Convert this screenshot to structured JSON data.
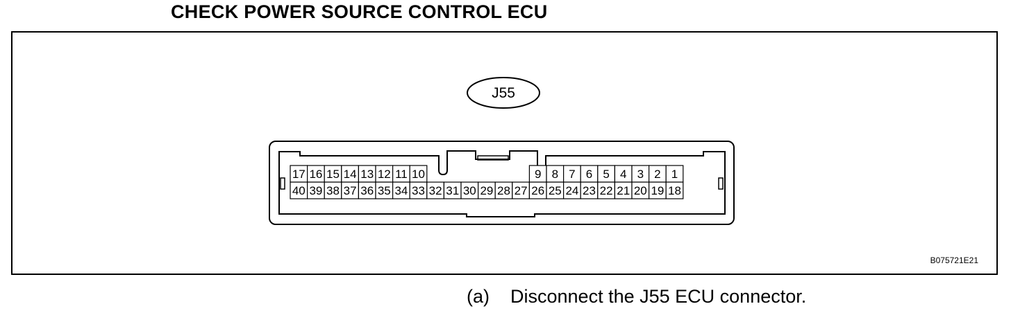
{
  "title": "CHECK POWER SOURCE CONTROL ECU",
  "connector": {
    "label": "J55",
    "top_row": [
      "17",
      "16",
      "15",
      "14",
      "13",
      "12",
      "11",
      "10",
      "9",
      "8",
      "7",
      "6",
      "5",
      "4",
      "3",
      "2",
      "1"
    ],
    "bottom_row": [
      "40",
      "39",
      "38",
      "37",
      "36",
      "35",
      "34",
      "33",
      "32",
      "31",
      "30",
      "29",
      "28",
      "27",
      "26",
      "25",
      "24",
      "23",
      "22",
      "21",
      "20",
      "19",
      "18"
    ]
  },
  "figure_code": "B075721E21",
  "instruction": {
    "step": "(a)",
    "text": "Disconnect the J55 ECU connector."
  }
}
